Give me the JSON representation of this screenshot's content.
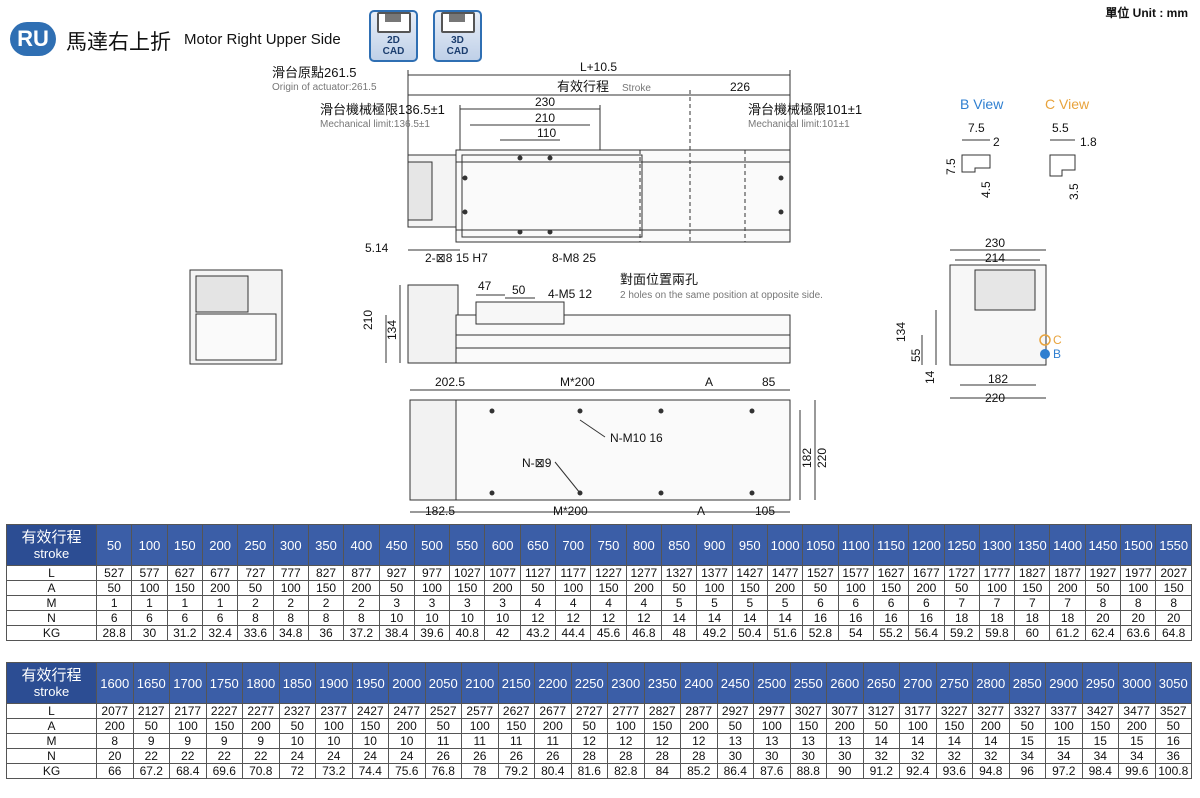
{
  "header": {
    "badge": "RU",
    "title_cn": "馬達右上折",
    "title_en": "Motor Right Upper Side",
    "cad2d_lines": [
      "2D",
      "CAD"
    ],
    "cad3d_lines": [
      "3D",
      "CAD"
    ],
    "unit": "單位 Unit : mm"
  },
  "drawing": {
    "origin_cn": "滑台原點261.5",
    "origin_en": "Origin of actuator:261.5",
    "mech_left_cn": "滑台機械極限136.5±1",
    "mech_left_en": "Mechanical limit:136.5±1",
    "mech_right_cn": "滑台機械極限101±1",
    "mech_right_en": "Mechanical limit:101±1",
    "dim_L": "L+10.5",
    "stroke_cn": "有效行程",
    "stroke_en": "Stroke",
    "d226": "226",
    "d230": "230",
    "d210": "210",
    "d110": "110",
    "d514": "5.14",
    "hole1": "2-⊠8 15 H7",
    "hole2": "8-M8 25",
    "opp_cn": "對面位置兩孔",
    "opp_en": "2 holes on the same position at opposite side.",
    "d47": "47",
    "d50": "50",
    "m5": "4-M5 12",
    "s210": "210",
    "s134": "134",
    "b2025": "202.5",
    "bM200": "M*200",
    "bA": "A",
    "b85": "85",
    "bNM10": "N-M10 16",
    "bN9": "N-⊠9",
    "b182": "182",
    "b220": "220",
    "b1825": "182.5",
    "bM200b": "M*200",
    "bAb": "A",
    "b105": "105",
    "bview": "B View",
    "cview": "C View",
    "bv75": "7.5",
    "bv2": "2",
    "bv75v": "7.5",
    "bv45": "4.5",
    "cv55": "5.5",
    "cv18": "1.8",
    "cv35": "3.5",
    "e230": "230",
    "e214": "214",
    "e134": "134",
    "e55": "55",
    "e14": "14",
    "e182": "182",
    "e220": "220",
    "eC": "C",
    "eB": "B"
  },
  "colors": {
    "header_blue": "#3b5ea7",
    "view_blue": "#2f7fd0",
    "view_orange": "#e8a33c"
  },
  "tables": {
    "header_cn": "有效行程",
    "header_en": "stroke",
    "row_labels": [
      "L",
      "A",
      "M",
      "N",
      "KG"
    ],
    "t1": {
      "strokes": [
        "50",
        "100",
        "150",
        "200",
        "250",
        "300",
        "350",
        "400",
        "450",
        "500",
        "550",
        "600",
        "650",
        "700",
        "750",
        "800",
        "850",
        "900",
        "950",
        "1000",
        "1050",
        "1100",
        "1150",
        "1200",
        "1250",
        "1300",
        "1350",
        "1400",
        "1450",
        "1500",
        "1550"
      ],
      "L": [
        "527",
        "577",
        "627",
        "677",
        "727",
        "777",
        "827",
        "877",
        "927",
        "977",
        "1027",
        "1077",
        "1127",
        "1177",
        "1227",
        "1277",
        "1327",
        "1377",
        "1427",
        "1477",
        "1527",
        "1577",
        "1627",
        "1677",
        "1727",
        "1777",
        "1827",
        "1877",
        "1927",
        "1977",
        "2027"
      ],
      "A": [
        "50",
        "100",
        "150",
        "200",
        "50",
        "100",
        "150",
        "200",
        "50",
        "100",
        "150",
        "200",
        "50",
        "100",
        "150",
        "200",
        "50",
        "100",
        "150",
        "200",
        "50",
        "100",
        "150",
        "200",
        "50",
        "100",
        "150",
        "200",
        "50",
        "100",
        "150"
      ],
      "M": [
        "1",
        "1",
        "1",
        "1",
        "2",
        "2",
        "2",
        "2",
        "3",
        "3",
        "3",
        "3",
        "4",
        "4",
        "4",
        "4",
        "5",
        "5",
        "5",
        "5",
        "6",
        "6",
        "6",
        "6",
        "7",
        "7",
        "7",
        "7",
        "8",
        "8",
        "8"
      ],
      "N": [
        "6",
        "6",
        "6",
        "6",
        "8",
        "8",
        "8",
        "8",
        "10",
        "10",
        "10",
        "10",
        "12",
        "12",
        "12",
        "12",
        "14",
        "14",
        "14",
        "14",
        "16",
        "16",
        "16",
        "16",
        "18",
        "18",
        "18",
        "18",
        "20",
        "20",
        "20"
      ],
      "KG": [
        "28.8",
        "30",
        "31.2",
        "32.4",
        "33.6",
        "34.8",
        "36",
        "37.2",
        "38.4",
        "39.6",
        "40.8",
        "42",
        "43.2",
        "44.4",
        "45.6",
        "46.8",
        "48",
        "49.2",
        "50.4",
        "51.6",
        "52.8",
        "54",
        "55.2",
        "56.4",
        "59.2",
        "59.8",
        "60",
        "61.2",
        "62.4",
        "63.6",
        "64.8"
      ]
    },
    "t2": {
      "strokes": [
        "1600",
        "1650",
        "1700",
        "1750",
        "1800",
        "1850",
        "1900",
        "1950",
        "2000",
        "2050",
        "2100",
        "2150",
        "2200",
        "2250",
        "2300",
        "2350",
        "2400",
        "2450",
        "2500",
        "2550",
        "2600",
        "2650",
        "2700",
        "2750",
        "2800",
        "2850",
        "2900",
        "2950",
        "3000",
        "3050"
      ],
      "L": [
        "2077",
        "2127",
        "2177",
        "2227",
        "2277",
        "2327",
        "2377",
        "2427",
        "2477",
        "2527",
        "2577",
        "2627",
        "2677",
        "2727",
        "2777",
        "2827",
        "2877",
        "2927",
        "2977",
        "3027",
        "3077",
        "3127",
        "3177",
        "3227",
        "3277",
        "3327",
        "3377",
        "3427",
        "3477",
        "3527"
      ],
      "A": [
        "200",
        "50",
        "100",
        "150",
        "200",
        "50",
        "100",
        "150",
        "200",
        "50",
        "100",
        "150",
        "200",
        "50",
        "100",
        "150",
        "200",
        "50",
        "100",
        "150",
        "200",
        "50",
        "100",
        "150",
        "200",
        "50",
        "100",
        "150",
        "200",
        "50"
      ],
      "M": [
        "8",
        "9",
        "9",
        "9",
        "9",
        "10",
        "10",
        "10",
        "10",
        "11",
        "11",
        "11",
        "11",
        "12",
        "12",
        "12",
        "12",
        "13",
        "13",
        "13",
        "13",
        "14",
        "14",
        "14",
        "14",
        "15",
        "15",
        "15",
        "15",
        "16"
      ],
      "N": [
        "20",
        "22",
        "22",
        "22",
        "22",
        "24",
        "24",
        "24",
        "24",
        "26",
        "26",
        "26",
        "26",
        "28",
        "28",
        "28",
        "28",
        "30",
        "30",
        "30",
        "30",
        "32",
        "32",
        "32",
        "32",
        "34",
        "34",
        "34",
        "34",
        "36"
      ],
      "KG": [
        "66",
        "67.2",
        "68.4",
        "69.6",
        "70.8",
        "72",
        "73.2",
        "74.4",
        "75.6",
        "76.8",
        "78",
        "79.2",
        "80.4",
        "81.6",
        "82.8",
        "84",
        "85.2",
        "86.4",
        "87.6",
        "88.8",
        "90",
        "91.2",
        "92.4",
        "93.6",
        "94.8",
        "96",
        "97.2",
        "98.4",
        "99.6",
        "100.8"
      ]
    }
  }
}
